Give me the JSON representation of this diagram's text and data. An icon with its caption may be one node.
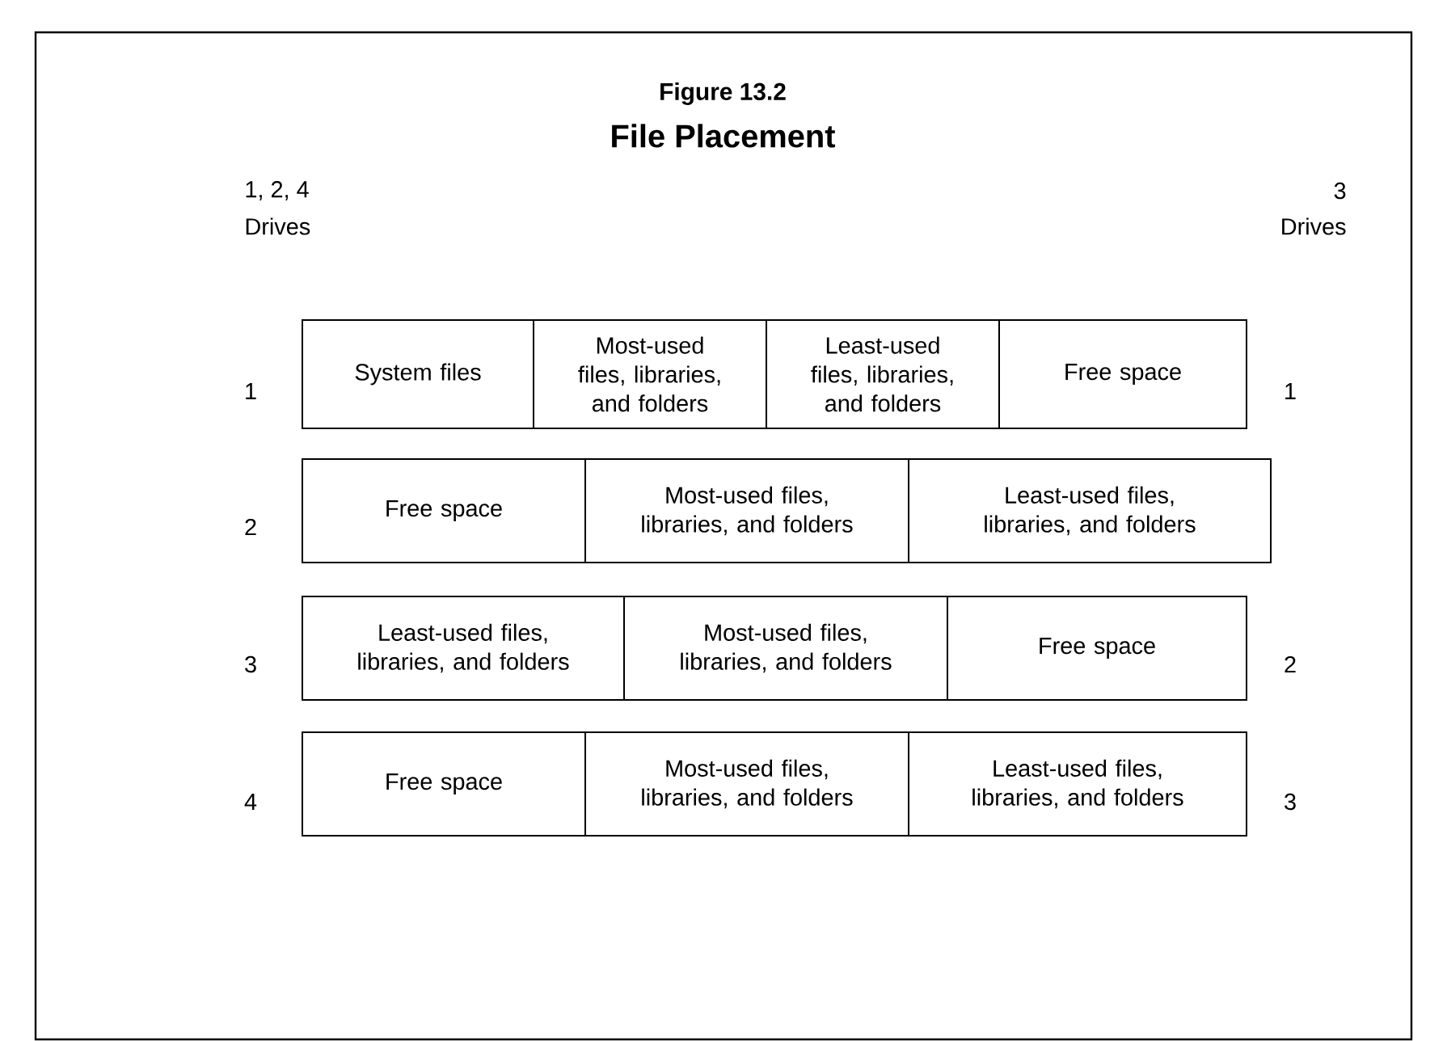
{
  "diagram": {
    "title": "File Placement",
    "nodes": [
      {
        "text": [
          "System files"
        ]
      },
      {
        "text": [
          "Most-used files, libraries, and folders"
        ]
      },
      {
        "text": [
          "Least-used files, libraries, and folders"
        ]
      },
      {
        "text": [
          "Free space"
        ]
      },
      {
        "text": [
          "Free space"
        ]
      },
      {
        "text": [
          "Most-used files, libraries, and folders"
        ]
      },
      {
        "text": [
          "Least-used files, libraries, and folders"
        ]
      },
      {
        "text": [
          "Least-used files, libraries, and folders"
        ]
      },
      {
        "text": [
          "Most-used files, libraries, and folders"
        ]
      },
      {
        "text": [
          "Free space"
        ]
      },
      {
        "text": [
          "Free space"
        ]
      },
      {
        "text": [
          "Most-used files, libraries, and folders"
        ]
      },
      {
        "text": [
          "Least-used files, libraries, and folders"
        ]
      }
    ],
    "labels": [
      "Figure 13.2",
      "1, 2, 4",
      "Drives",
      "3",
      "Drives",
      "1",
      "1",
      "2",
      "3",
      "2",
      "4",
      "3"
    ]
  }
}
